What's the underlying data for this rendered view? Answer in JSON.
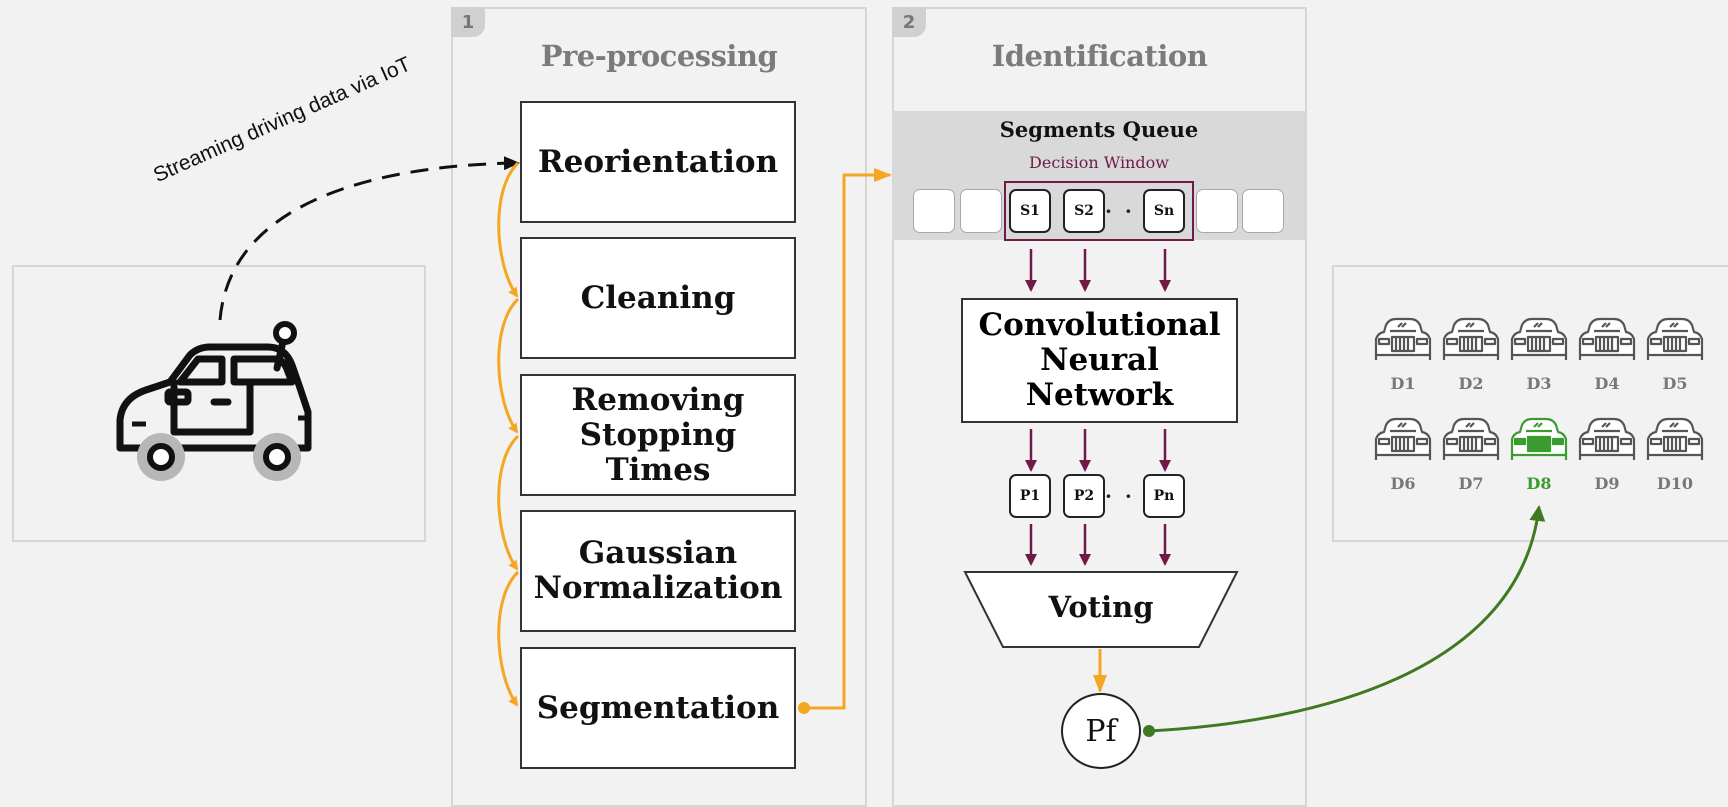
{
  "iot": {
    "label": "Streaming driving data via IoT"
  },
  "preprocessing": {
    "number": "1",
    "title": "Pre-processing",
    "steps": [
      "Reorientation",
      "Cleaning",
      "Removing Stopping Times",
      "Gaussian Normalization",
      "Segmentation"
    ]
  },
  "identification": {
    "number": "2",
    "title": "Identification",
    "queue_title": "Segments Queue",
    "window_label": "Decision Window",
    "segments": [
      "S1",
      "S2",
      "Sn"
    ],
    "segments_ellipsis": "· · ·",
    "cnn_label": "Convolutional Neural Network",
    "predictions": [
      "P1",
      "P2",
      "Pn"
    ],
    "predictions_ellipsis": "· · ·",
    "voting_label": "Voting",
    "final_label": "Pf"
  },
  "drivers": {
    "labels": [
      "D1",
      "D2",
      "D3",
      "D4",
      "D5",
      "D6",
      "D7",
      "D8",
      "D9",
      "D10"
    ],
    "selected": "D8",
    "selected_color": "#3a9b2f"
  },
  "colors": {
    "flow_orange": "#f5a623",
    "arrow_purple": "#6e1b47",
    "result_green": "#3f7a22"
  }
}
